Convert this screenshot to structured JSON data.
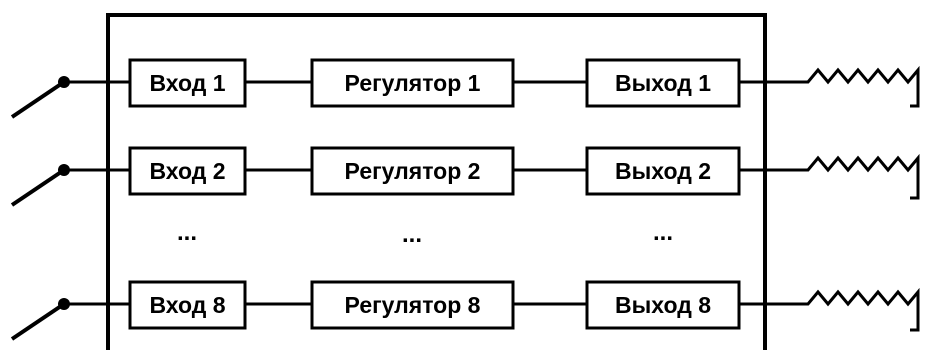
{
  "colors": {
    "stroke": "#000000",
    "background": "#ffffff"
  },
  "rows": [
    {
      "input": "Вход 1",
      "regulator": "Регулятор 1",
      "output": "Выход 1"
    },
    {
      "input": "Вход 2",
      "regulator": "Регулятор 2",
      "output": "Выход 2"
    },
    {
      "input": "Вход 8",
      "regulator": "Регулятор 8",
      "output": "Выход 8"
    }
  ],
  "ellipsis": {
    "input": "...",
    "regulator": "...",
    "output": "..."
  },
  "icons": {
    "sensor": "switch-contact-icon",
    "load": "heater-resistor-icon"
  }
}
